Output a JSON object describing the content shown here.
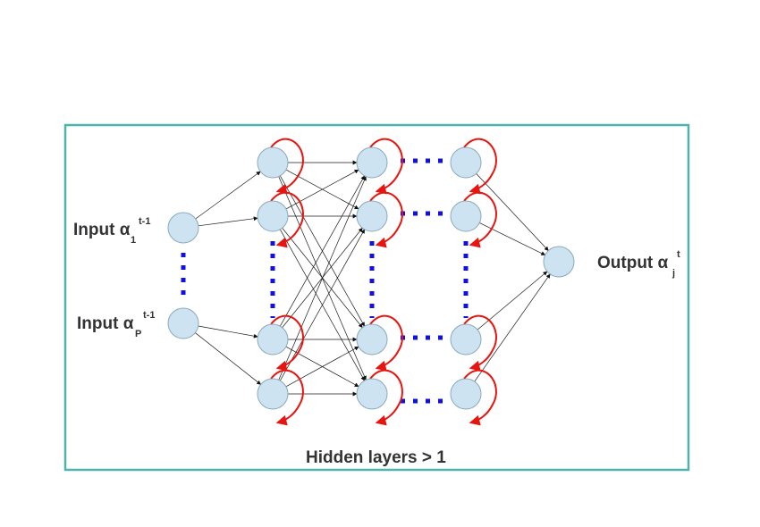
{
  "labels": {
    "input_first": {
      "prefix": "Input α",
      "sub": "1",
      "sup": "t-1"
    },
    "input_last": {
      "prefix": "Input α",
      "sub": "P",
      "sup": "t-1"
    },
    "output": {
      "prefix": "Output α",
      "sub": "j",
      "sup": "t"
    },
    "caption": "Hidden layers > 1"
  },
  "colors": {
    "frame": "#4fb3ad",
    "node_fill": "#cde3f2",
    "recurrent_loop": "#e8140f",
    "ellipsis_dots": "#1010e0",
    "connection": "#1a1a1a"
  }
}
